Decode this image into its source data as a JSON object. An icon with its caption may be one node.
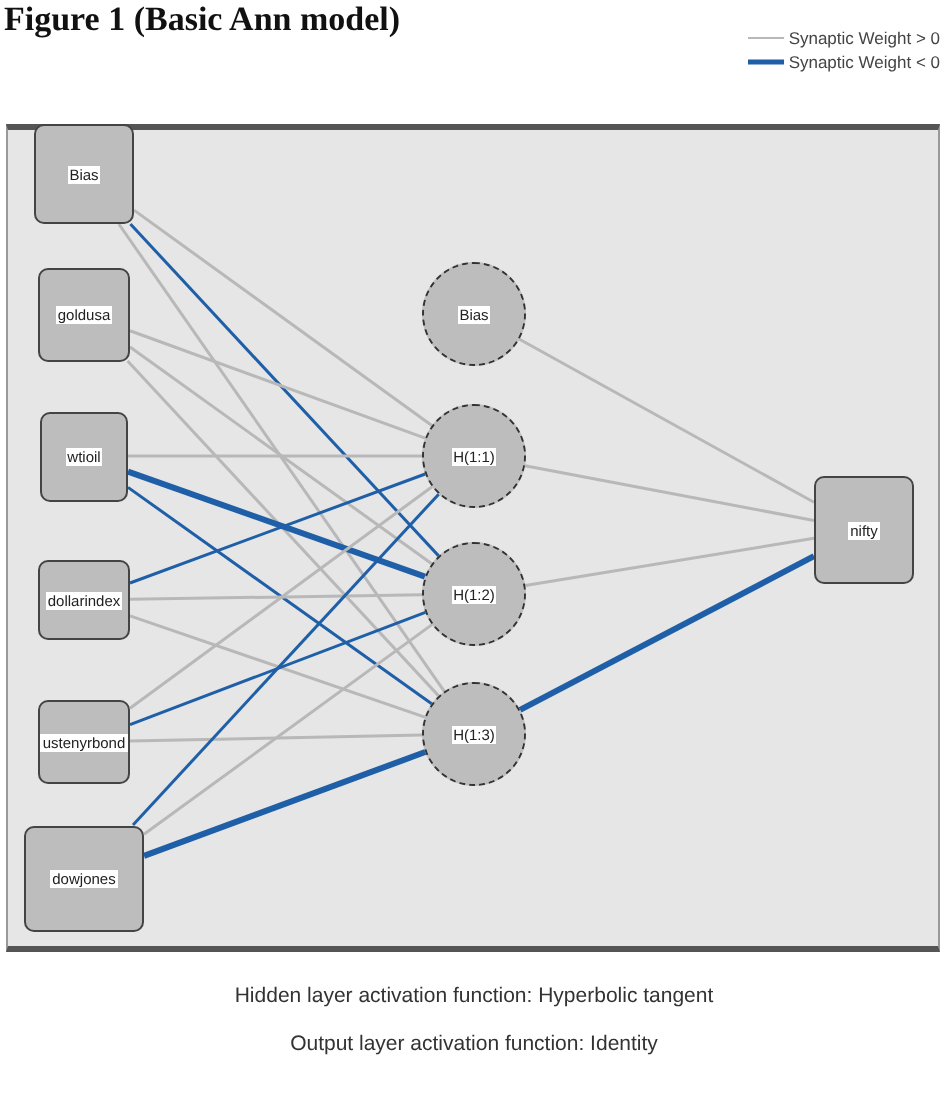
{
  "diagram": {
    "title": "Figure 1 (Basic Ann model)",
    "nodes": [
      {
        "text": [
          "Bias"
        ]
      },
      {
        "text": [
          "goldusa"
        ]
      },
      {
        "text": [
          "wtioil"
        ]
      },
      {
        "text": [
          "dollarindex"
        ]
      },
      {
        "text": [
          "ustenyrbond"
        ]
      },
      {
        "text": [
          "dowjones"
        ]
      },
      {
        "text": [
          "Bias"
        ]
      },
      {
        "text": [
          "H(1:1)"
        ]
      },
      {
        "text": [
          "H(1:2)"
        ]
      },
      {
        "text": [
          "H(1:3)"
        ]
      },
      {
        "text": [
          "nifty"
        ]
      }
    ],
    "edges": [
      {
        "from": 0,
        "to": 7,
        "arrow": "none"
      },
      {
        "from": 0,
        "to": 8,
        "arrow": "none",
        "color": "#1f5fa8"
      },
      {
        "from": 0,
        "to": 9,
        "arrow": "none"
      },
      {
        "from": 1,
        "to": 7,
        "arrow": "none"
      },
      {
        "from": 1,
        "to": 8,
        "arrow": "none"
      },
      {
        "from": 1,
        "to": 9,
        "arrow": "none"
      },
      {
        "from": 2,
        "to": 7,
        "arrow": "none"
      },
      {
        "from": 2,
        "to": 8,
        "arrow": "none",
        "style": "thick",
        "color": "#1f5fa8"
      },
      {
        "from": 2,
        "to": 9,
        "arrow": "none",
        "color": "#1f5fa8"
      },
      {
        "from": 3,
        "to": 7,
        "arrow": "none",
        "color": "#1f5fa8"
      },
      {
        "from": 3,
        "to": 8,
        "arrow": "none"
      },
      {
        "from": 3,
        "to": 9,
        "arrow": "none"
      },
      {
        "from": 4,
        "to": 7,
        "arrow": "none"
      },
      {
        "from": 4,
        "to": 8,
        "arrow": "none",
        "color": "#1f5fa8"
      },
      {
        "from": 4,
        "to": 9,
        "arrow": "none"
      },
      {
        "from": 5,
        "to": 7,
        "arrow": "none",
        "color": "#1f5fa8"
      },
      {
        "from": 5,
        "to": 8,
        "arrow": "none"
      },
      {
        "from": 5,
        "to": 9,
        "arrow": "none",
        "style": "thick",
        "color": "#1f5fa8"
      },
      {
        "from": 6,
        "to": 10,
        "arrow": "none"
      },
      {
        "from": 7,
        "to": 10,
        "arrow": "none"
      },
      {
        "from": 8,
        "to": 10,
        "arrow": "none"
      },
      {
        "from": 9,
        "to": 10,
        "arrow": "none",
        "style": "thick",
        "color": "#1f5fa8"
      }
    ],
    "labels": [
      "Hidden layer activation function: Hyperbolic tangent",
      "Output layer activation function: Identity"
    ],
    "legend": [
      {
        "text": "Synaptic Weight > 0"
      },
      {
        "text": "Synaptic Weight < 0"
      }
    ]
  }
}
